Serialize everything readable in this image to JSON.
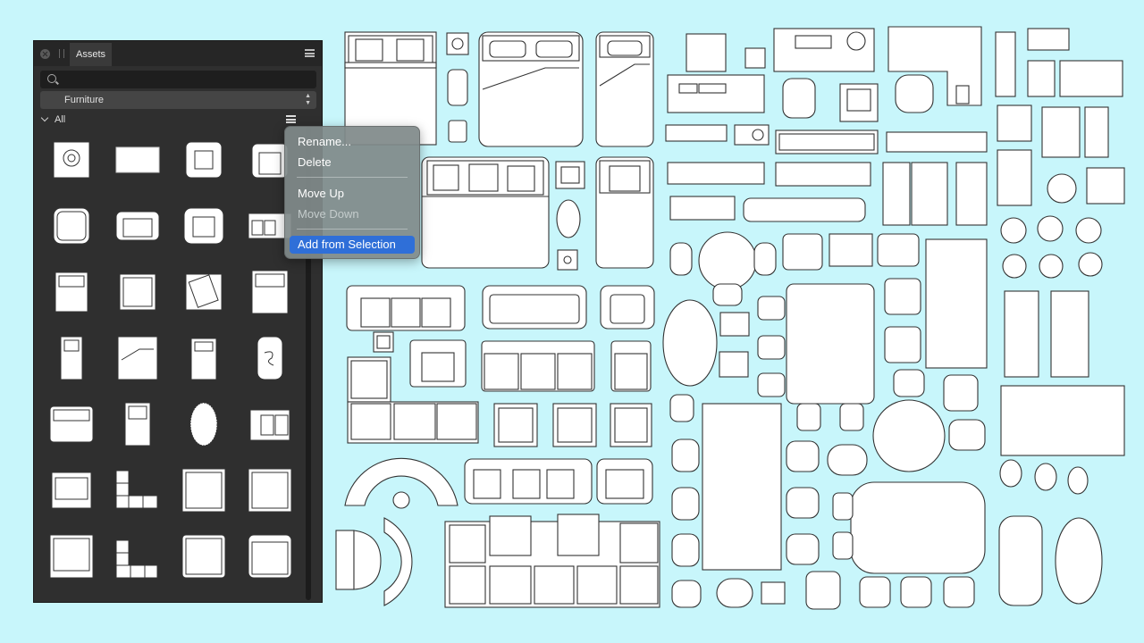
{
  "panel": {
    "tab_label": "Assets",
    "search": {
      "value": "",
      "placeholder": ""
    },
    "category": {
      "selected": "Furniture"
    },
    "section": {
      "label": "All"
    },
    "asset_count": 28
  },
  "context_menu": {
    "items": [
      {
        "label": "Rename...",
        "enabled": true,
        "highlighted": false
      },
      {
        "label": "Delete",
        "enabled": true,
        "highlighted": false
      },
      {
        "label": "Move Up",
        "enabled": true,
        "highlighted": false
      },
      {
        "label": "Move Down",
        "enabled": false,
        "highlighted": false
      },
      {
        "label": "Add from Selection",
        "enabled": true,
        "highlighted": true
      }
    ]
  },
  "colors": {
    "canvas_background": "#c8f6fb",
    "panel_background": "#2f2f2f",
    "highlight": "#2f6fd8",
    "line_art": "#333333"
  },
  "icons": [
    "close-icon",
    "grip-icon",
    "panel-menu-icon",
    "search-icon",
    "chevron-down-icon",
    "select-arrows-icon",
    "section-menu-icon"
  ]
}
